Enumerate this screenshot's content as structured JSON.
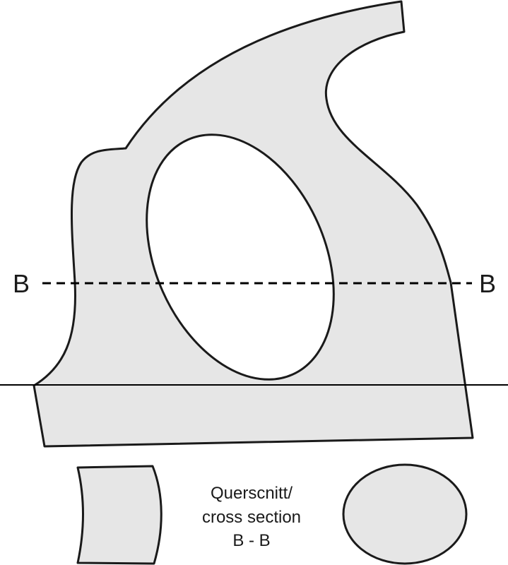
{
  "section_line": {
    "left_label": "B",
    "right_label": "B"
  },
  "caption": {
    "line1": "Querscnitt/",
    "line2": "cross section",
    "line3": "B - B"
  },
  "colors": {
    "fill": "#e6e6e6",
    "outline": "#1a1a1a",
    "background": "#ffffff"
  }
}
